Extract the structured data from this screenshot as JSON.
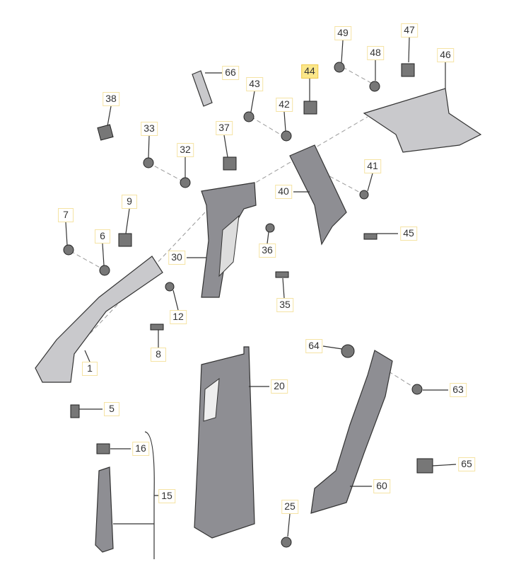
{
  "diagram": {
    "title": "Interior pillar trim parts diagram",
    "highlighted": "44",
    "accent_color": "#fbe78a",
    "labels": [
      "49",
      "47",
      "48",
      "46",
      "66",
      "44",
      "43",
      "38",
      "42",
      "33",
      "37",
      "32",
      "41",
      "40",
      "9",
      "7",
      "45",
      "6",
      "30",
      "36",
      "35",
      "12",
      "8",
      "64",
      "1",
      "20",
      "63",
      "5",
      "16",
      "65",
      "15",
      "60",
      "25"
    ]
  }
}
